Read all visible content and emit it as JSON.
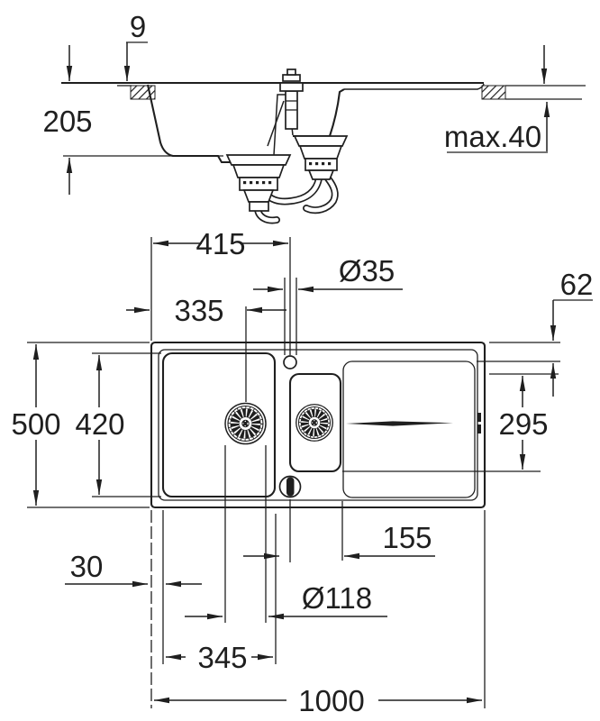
{
  "drawing": {
    "background": "#ffffff",
    "ink_color": "#1f1f1f",
    "type": "sink installation technical drawing",
    "side_view": {
      "rim_thickness": "9",
      "overall_depth": "205",
      "worktop_thickness": "max.40"
    },
    "plan_view": {
      "tap_hole_from_left": "415",
      "tap_hole_diameter": "Ø35",
      "rear_ledge_width": "62",
      "drain_center_from_left": "335",
      "overall_front_back": "500",
      "main_bowl_front_back": "420",
      "drainer_front_back": "295",
      "tap_to_drainer": "155",
      "left_rim_width": "30",
      "drain_diameter": "Ø118",
      "main_bowl_width": "345",
      "overall_width": "1000"
    }
  }
}
